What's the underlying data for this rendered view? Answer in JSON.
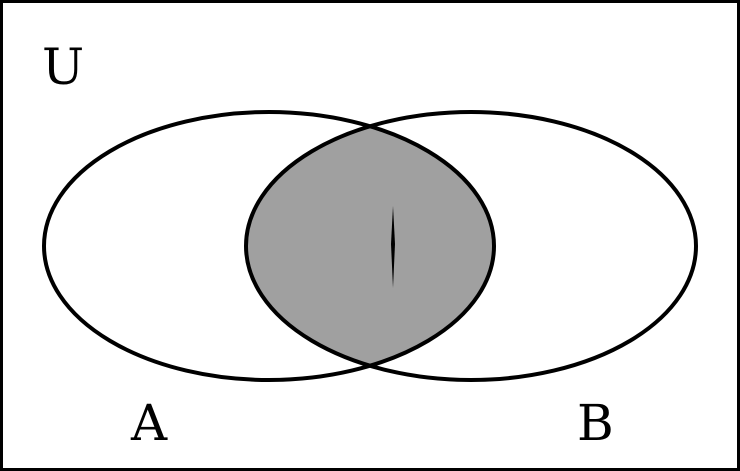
{
  "diagram": {
    "type": "venn",
    "universe_label": "U",
    "sets": [
      {
        "label": "A"
      },
      {
        "label": "B"
      }
    ],
    "shaded_region": "A ∩ B",
    "colors": {
      "background": "#ffffff",
      "outline": "#000000",
      "shade": "#a0a0a0"
    }
  }
}
